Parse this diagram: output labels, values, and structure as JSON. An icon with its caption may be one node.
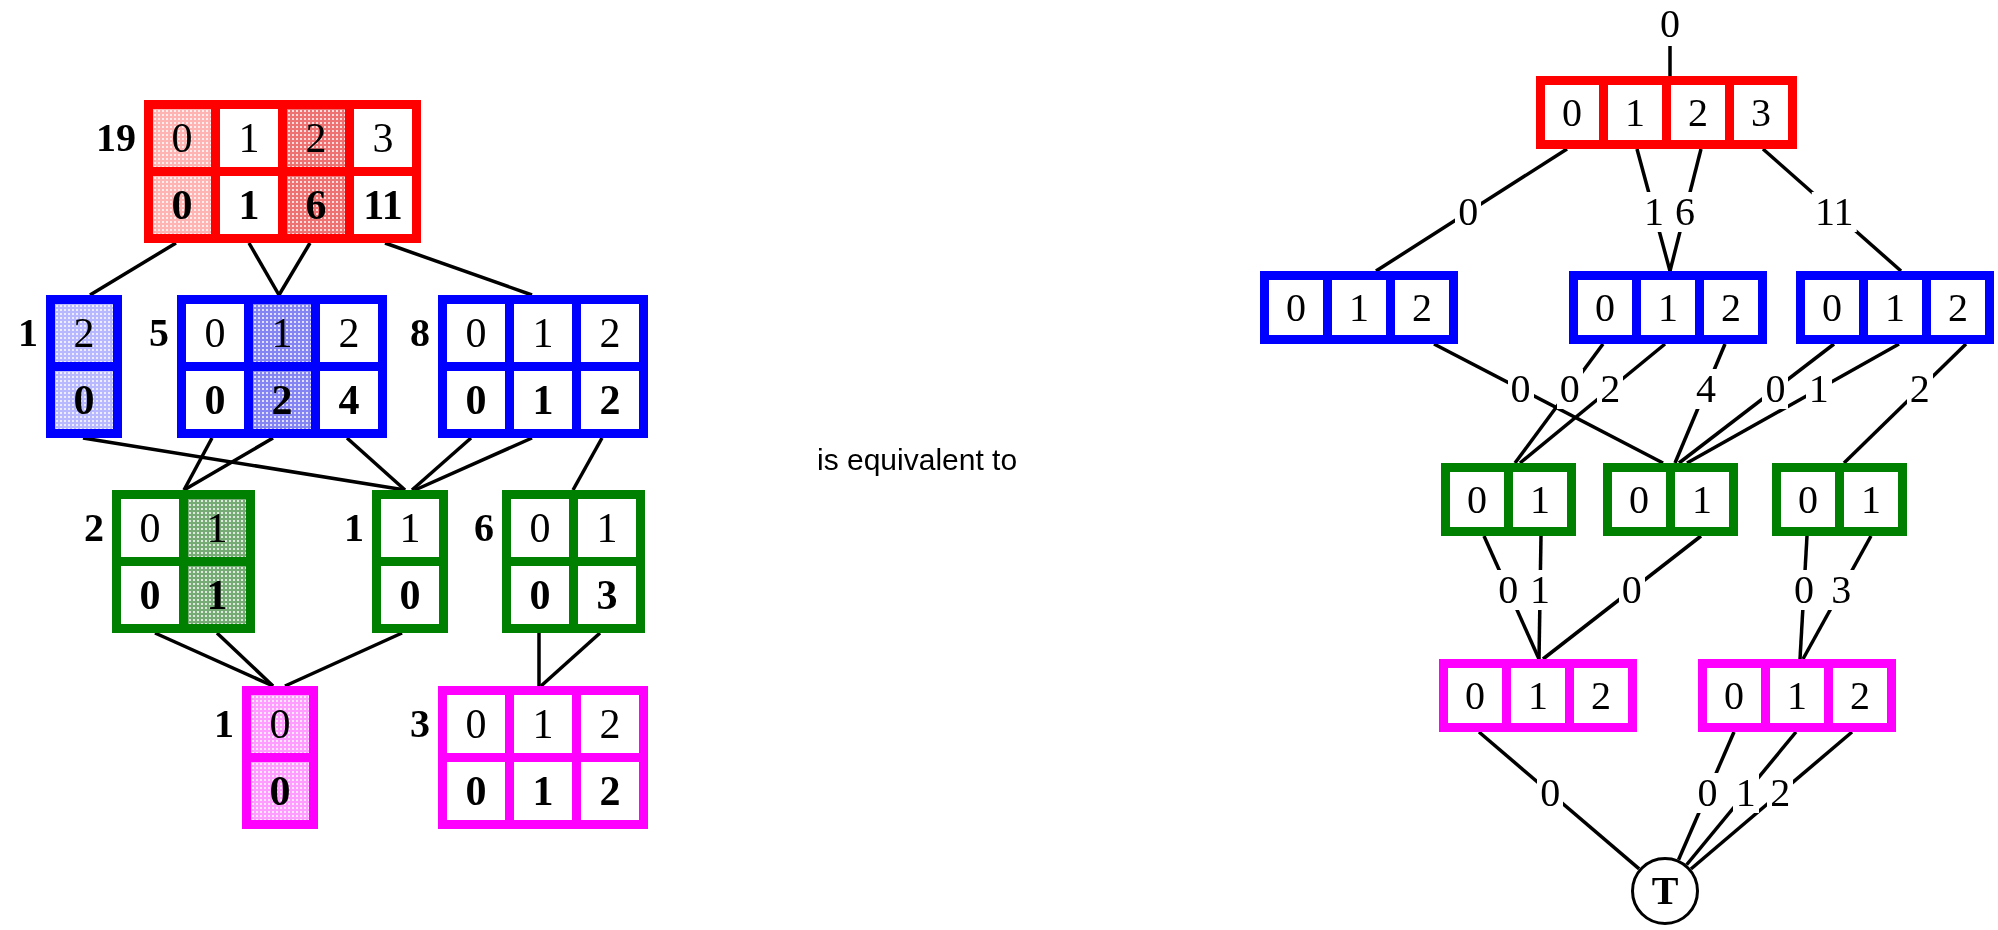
{
  "diagram": {
    "nodes": [
      {
        "text": [
          "0",
          "1",
          "2",
          "3",
          "0",
          "1",
          "6",
          "11"
        ],
        "beside": [
          "19"
        ]
      },
      {
        "text": [
          "2",
          "0"
        ],
        "beside": [
          "1"
        ]
      },
      {
        "text": [
          "0",
          "1",
          "2",
          "0",
          "2",
          "4"
        ],
        "beside": [
          "5"
        ]
      },
      {
        "text": [
          "0",
          "1",
          "2",
          "0",
          "1",
          "2"
        ],
        "beside": [
          "8"
        ]
      },
      {
        "text": [
          "0",
          "1",
          "0",
          "1"
        ],
        "beside": [
          "2"
        ]
      },
      {
        "text": [
          "1",
          "0"
        ],
        "beside": [
          "1"
        ]
      },
      {
        "text": [
          "0",
          "1",
          "0",
          "3"
        ],
        "beside": [
          "6"
        ]
      },
      {
        "text": [
          "0",
          "0"
        ],
        "beside": [
          "1"
        ]
      },
      {
        "text": [
          "0",
          "1",
          "2",
          "0",
          "1",
          "2"
        ],
        "beside": [
          "3"
        ]
      },
      {
        "text": [
          "0"
        ]
      },
      {
        "text": [
          "0",
          "1",
          "2",
          "3"
        ]
      },
      {
        "text": [
          "0",
          "1",
          "2"
        ]
      },
      {
        "text": [
          "0",
          "1",
          "2"
        ]
      },
      {
        "text": [
          "0",
          "1",
          "2"
        ]
      },
      {
        "text": [
          "0",
          "1"
        ]
      },
      {
        "text": [
          "0",
          "1"
        ]
      },
      {
        "text": [
          "0",
          "1"
        ]
      },
      {
        "text": [
          "0",
          "1",
          "2"
        ]
      },
      {
        "text": [
          "0",
          "1",
          "2"
        ]
      },
      {
        "text": [
          "T"
        ]
      }
    ],
    "edges": [
      {
        "from": 0,
        "to": 1,
        "arrow": "none"
      },
      {
        "from": 0,
        "to": 2,
        "arrow": "none"
      },
      {
        "from": 0,
        "to": 2,
        "arrow": "none"
      },
      {
        "from": 0,
        "to": 3,
        "arrow": "none"
      },
      {
        "from": 1,
        "to": 5,
        "arrow": "none"
      },
      {
        "from": 2,
        "to": 4,
        "arrow": "none"
      },
      {
        "from": 2,
        "to": 4,
        "arrow": "none"
      },
      {
        "from": 2,
        "to": 5,
        "arrow": "none"
      },
      {
        "from": 3,
        "to": 5,
        "arrow": "none"
      },
      {
        "from": 3,
        "to": 5,
        "arrow": "none"
      },
      {
        "from": 3,
        "to": 6,
        "arrow": "none"
      },
      {
        "from": 4,
        "to": 7,
        "arrow": "none"
      },
      {
        "from": 4,
        "to": 7,
        "arrow": "none"
      },
      {
        "from": 5,
        "to": 7,
        "arrow": "none"
      },
      {
        "from": 6,
        "to": 8,
        "arrow": "none"
      },
      {
        "from": 6,
        "to": 8,
        "arrow": "none"
      },
      {
        "from": 9,
        "to": 10,
        "arrow": "none"
      },
      {
        "from": 10,
        "to": 11,
        "arrow": "none",
        "label": "0"
      },
      {
        "from": 10,
        "to": 12,
        "arrow": "none",
        "label": "1"
      },
      {
        "from": 10,
        "to": 12,
        "arrow": "none",
        "label": "6"
      },
      {
        "from": 10,
        "to": 13,
        "arrow": "none",
        "label": "11"
      },
      {
        "from": 11,
        "to": 15,
        "arrow": "none",
        "label": "0"
      },
      {
        "from": 12,
        "to": 14,
        "arrow": "none",
        "label": "0"
      },
      {
        "from": 12,
        "to": 14,
        "arrow": "none",
        "label": "2"
      },
      {
        "from": 12,
        "to": 15,
        "arrow": "none",
        "label": "4"
      },
      {
        "from": 13,
        "to": 15,
        "arrow": "none",
        "label": "0"
      },
      {
        "from": 13,
        "to": 15,
        "arrow": "none",
        "label": "1"
      },
      {
        "from": 13,
        "to": 16,
        "arrow": "none",
        "label": "2"
      },
      {
        "from": 14,
        "to": 17,
        "arrow": "none",
        "label": "0"
      },
      {
        "from": 14,
        "to": 17,
        "arrow": "none",
        "label": "1"
      },
      {
        "from": 15,
        "to": 17,
        "arrow": "none",
        "label": "0"
      },
      {
        "from": 16,
        "to": 18,
        "arrow": "none",
        "label": "0"
      },
      {
        "from": 16,
        "to": 18,
        "arrow": "none",
        "label": "3"
      },
      {
        "from": 17,
        "to": 19,
        "arrow": "none",
        "label": "0"
      },
      {
        "from": 18,
        "to": 19,
        "arrow": "none",
        "label": "0"
      },
      {
        "from": 18,
        "to": 19,
        "arrow": "none",
        "label": "1"
      },
      {
        "from": 18,
        "to": 19,
        "arrow": "none",
        "label": "2"
      }
    ],
    "labels": [
      "is equivalent to"
    ]
  }
}
